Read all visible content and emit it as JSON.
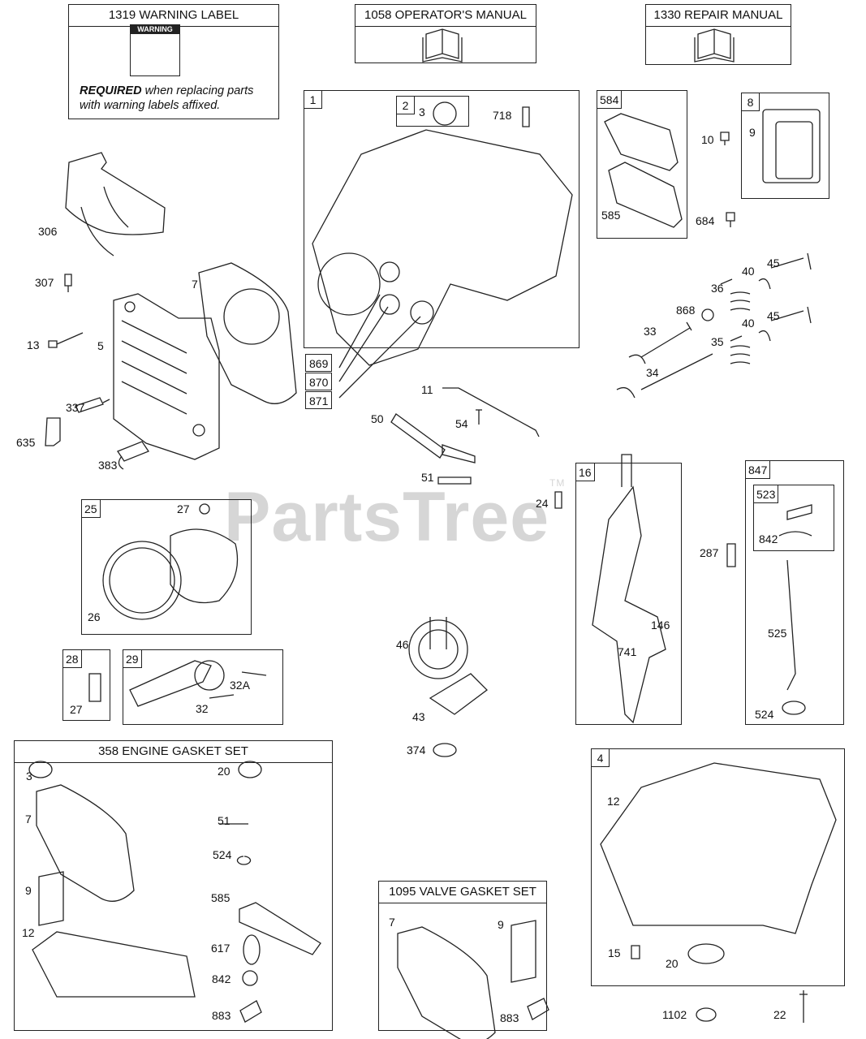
{
  "watermark": {
    "text": "PartsTree",
    "mark": "TM"
  },
  "headers": {
    "warning_label": "1319 WARNING LABEL",
    "operators_manual": "1058 OPERATOR'S MANUAL",
    "repair_manual": "1330 REPAIR MANUAL",
    "engine_gasket_set": "358 ENGINE GASKET SET",
    "valve_gasket_set": "1095 VALVE GASKET SET"
  },
  "warning": {
    "sticker_title": "WARNING",
    "required_bold": "REQUIRED",
    "required_rest": " when replacing parts",
    "required_line2": "with warning labels affixed."
  },
  "group_tags": {
    "block": "1",
    "seal_group": "2",
    "gasket_group": "584",
    "breather": "8",
    "piston": "25",
    "pin": "28",
    "rod": "29",
    "crank": "16",
    "dipstick": "847",
    "dipstick_cap": "523",
    "sump": "4"
  },
  "boxed_labels": {
    "l869": "869",
    "l870": "870",
    "l871": "871"
  },
  "labels": {
    "l3a": "3",
    "l718": "718",
    "l10": "10",
    "l9a": "9",
    "l585a": "585",
    "l684": "684",
    "l306": "306",
    "l307": "307",
    "l7a": "7",
    "l13": "13",
    "l5": "5",
    "l337": "337",
    "l635": "635",
    "l383": "383",
    "l40a": "40",
    "l45a": "45",
    "l36": "36",
    "l868": "868",
    "l33": "33",
    "l40b": "40",
    "l45b": "45",
    "l35": "35",
    "l34": "34",
    "l11": "11",
    "l50": "50",
    "l54": "54",
    "l51a": "51",
    "l24": "24",
    "l27a": "27",
    "l26": "26",
    "l27b": "27",
    "l32a": "32A",
    "l32": "32",
    "l146": "146",
    "l741": "741",
    "l46": "46",
    "l43": "43",
    "l374": "374",
    "l287": "287",
    "l842a": "842",
    "l525": "525",
    "l524a": "524",
    "l3b": "3",
    "l20a": "20",
    "l7b": "7",
    "l51b": "51",
    "l524b": "524",
    "l9b": "9",
    "l585b": "585",
    "l12a": "12",
    "l617": "617",
    "l842b": "842",
    "l883a": "883",
    "l7c": "7",
    "l9c": "9",
    "l883b": "883",
    "l12b": "12",
    "l15": "15",
    "l20b": "20",
    "l1102": "1102",
    "l22": "22"
  }
}
